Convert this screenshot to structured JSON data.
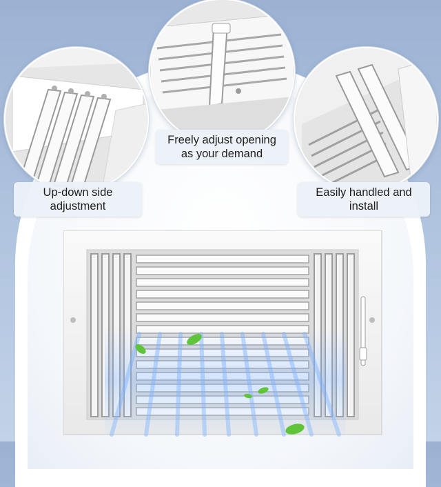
{
  "labels": {
    "top_center_line1": "Freely adjust opening",
    "top_center_line2": "as your demand",
    "left_line1": "Up-down side",
    "left_line2": "adjustment",
    "right_line1": "Easily handled and",
    "right_line2": "install"
  },
  "colors": {
    "background": "#a9bedb",
    "label_bg": "#ecf1f8",
    "vent": "#f5f5f5",
    "airflow": "#7fb2ff",
    "leaf": "#5fc43a"
  }
}
